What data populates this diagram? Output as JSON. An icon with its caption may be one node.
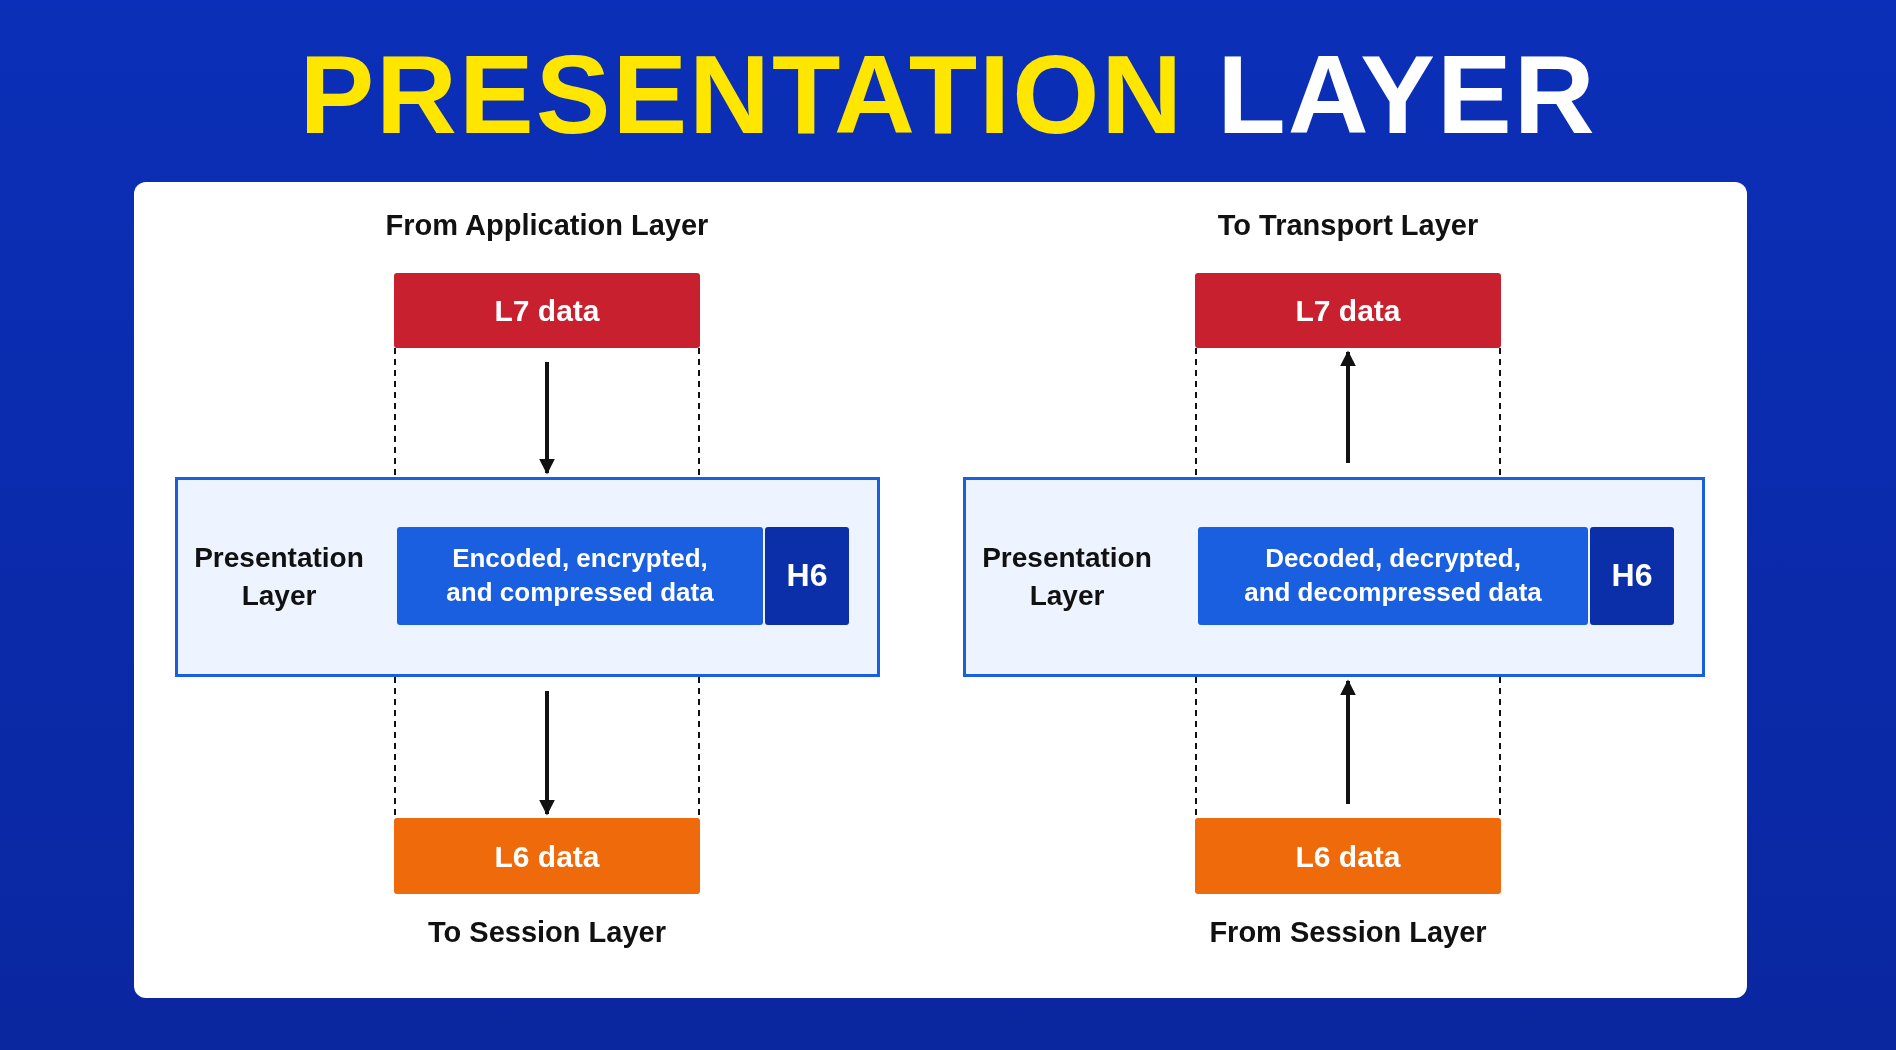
{
  "diagram": {
    "title": "PRESENTATION LAYER",
    "nodes": [
      {
        "text": [
          "L7 data"
        ],
        "beside": [
          "From Application Layer"
        ]
      },
      {
        "text": [
          "Presentation Layer"
        ]
      },
      {
        "text": [
          "Encoded, encrypted, and compressed data"
        ],
        "in": 1
      },
      {
        "text": [
          "H6"
        ],
        "in": 1
      },
      {
        "text": [
          "L6 data"
        ],
        "beside": [
          "To Session Layer"
        ]
      },
      {
        "text": [
          "L7 data"
        ],
        "beside": [
          "To Transport Layer"
        ]
      },
      {
        "text": [
          "Presentation Layer"
        ]
      },
      {
        "text": [
          "Decoded, decrypted, and decompressed data"
        ],
        "in": 6
      },
      {
        "text": [
          "H6"
        ],
        "in": 6
      },
      {
        "text": [
          "L6 data"
        ],
        "beside": [
          "From Session Layer"
        ]
      }
    ],
    "edges": [
      {
        "from": 0,
        "to": 1,
        "arrow": "to"
      },
      {
        "from": 1,
        "to": 4,
        "arrow": "to"
      },
      {
        "from": 9,
        "to": 6,
        "arrow": "to"
      },
      {
        "from": 6,
        "to": 5,
        "arrow": "to"
      },
      {
        "from": 0,
        "to": 1,
        "arrow": "none",
        "style": "dashed"
      },
      {
        "from": 0,
        "to": 1,
        "arrow": "none",
        "style": "dashed"
      },
      {
        "from": 1,
        "to": 4,
        "arrow": "none",
        "style": "dashed"
      },
      {
        "from": 1,
        "to": 4,
        "arrow": "none",
        "style": "dashed"
      },
      {
        "from": 5,
        "to": 6,
        "arrow": "none",
        "style": "dashed"
      },
      {
        "from": 5,
        "to": 6,
        "arrow": "none",
        "style": "dashed"
      },
      {
        "from": 6,
        "to": 9,
        "arrow": "none",
        "style": "dashed"
      },
      {
        "from": 6,
        "to": 9,
        "arrow": "none",
        "style": "dashed"
      }
    ]
  }
}
